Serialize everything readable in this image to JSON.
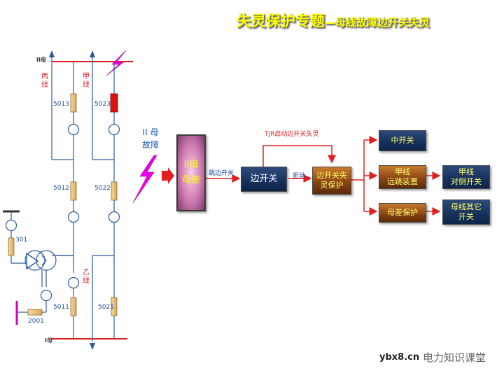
{
  "title": {
    "main": "失灵保护专题",
    "sub": "—母线故障边开关失灵"
  },
  "buses": {
    "top": "II母",
    "bottom": "I母"
  },
  "lines": {
    "bing": "丙线",
    "jia": "甲线",
    "yi": "乙线"
  },
  "breakers": {
    "b5013": "5013",
    "b5023": "5023",
    "b5012": "5012",
    "b5022": "5022",
    "b5011": "5011",
    "b5021": "5021",
    "b301": "301",
    "b2001": "2001"
  },
  "fault_label": "II 母\n故障",
  "flow": {
    "bus_diff": "II母\n母差",
    "trip_label": "跳边开关",
    "edge_switch": "边开关",
    "refuse_label": "拒动",
    "edge_fail_protect": "边开关失\n灵保护",
    "tjr_label": "TJR启动边开关失灵",
    "mid_switch": "中开关",
    "jia_remote": "甲线\n远跳装置",
    "jia_opposite": "甲线\n对侧开关",
    "bus_diff_protect": "母差保护",
    "bus_other": "母线其它\n开关"
  },
  "watermark": {
    "text": "电力知识课堂",
    "site": "ybx8.cn"
  },
  "colors": {
    "bus_red": "#d81e1e",
    "line_blue": "#2c5aa0",
    "fault_magenta": "#cc00cc",
    "flow_red": "#e02020"
  }
}
